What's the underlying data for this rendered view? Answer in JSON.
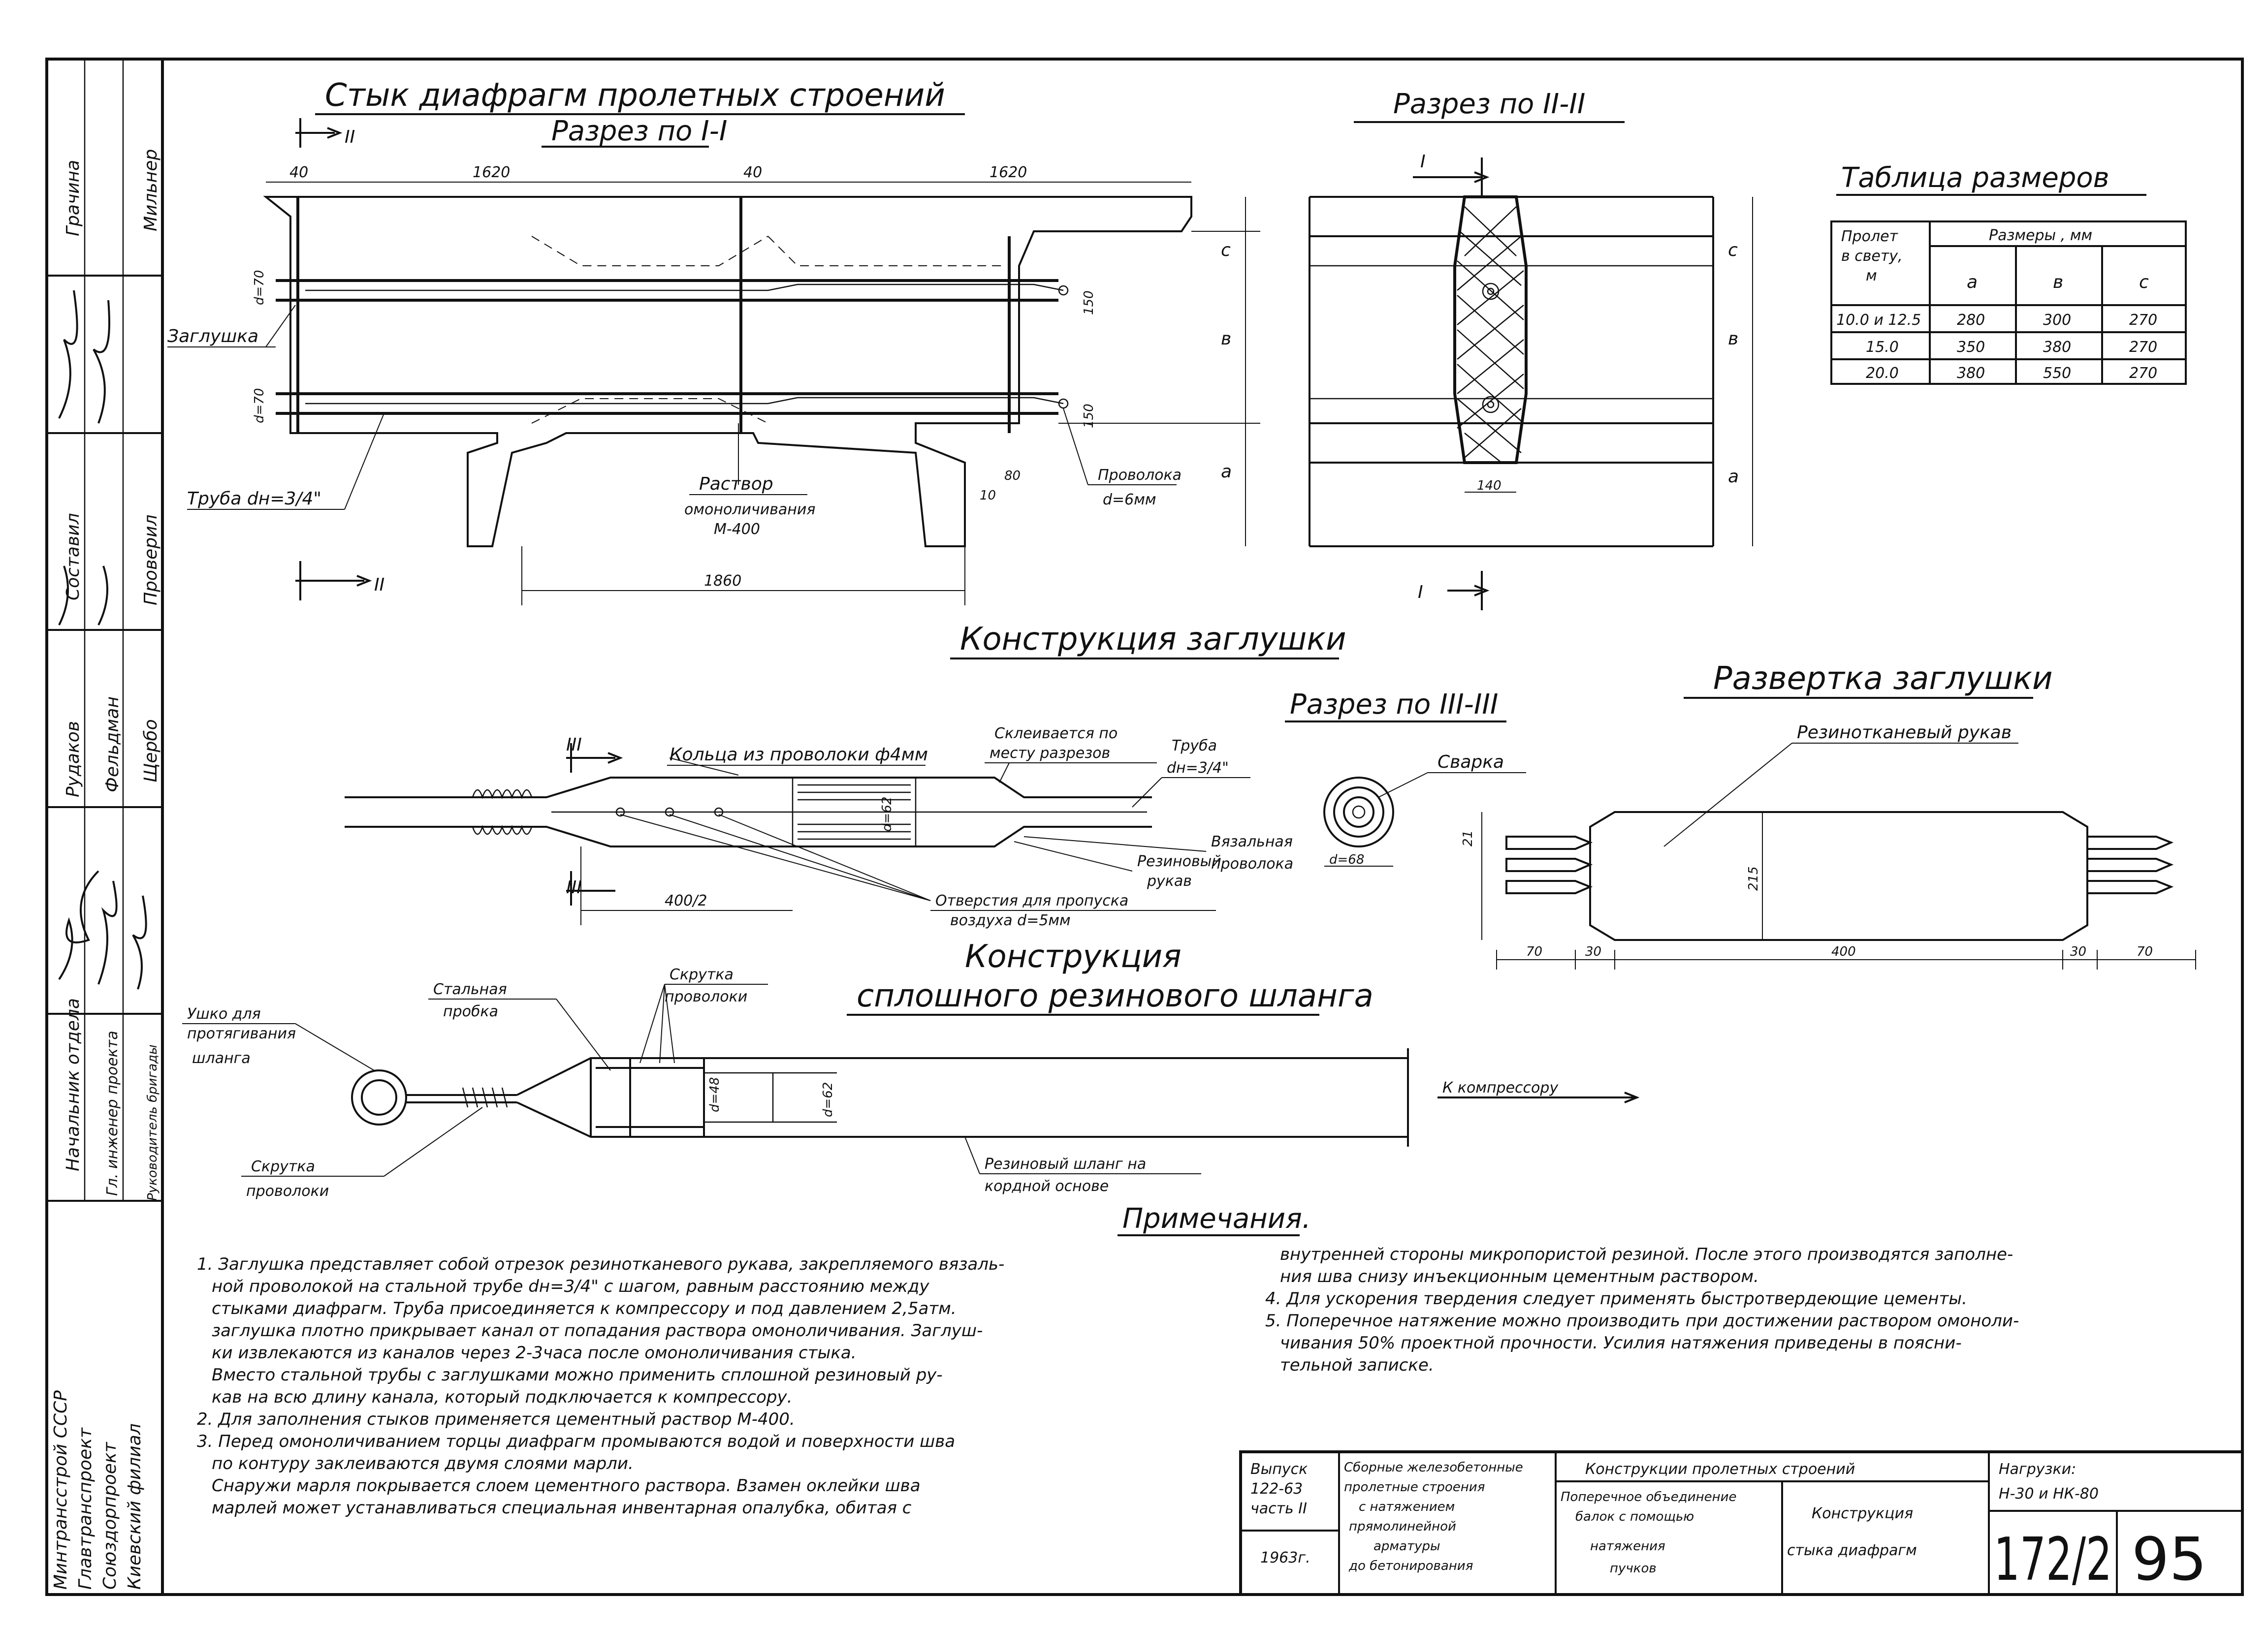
{
  "title_main": "Стык диафрагм пролетных строений",
  "section_1": "Разрез по I-I",
  "section_2": "Разрез по II-II",
  "section_3": "Разрез по III-III",
  "plug_title": "Конструкция заглушки",
  "unfold_title": "Развертка заглушки",
  "hose_title_1": "Конструкция",
  "hose_title_2": "сплошного резинового шланга",
  "marks": {
    "II": "II",
    "I": "I",
    "III": "III"
  },
  "dims_section1": {
    "d40a": "40",
    "d1620a": "1620",
    "d40b": "40",
    "d1620b": "1620",
    "d1860": "1860",
    "d70a": "d=70",
    "d70b": "d=70",
    "d150a": "150",
    "d150b": "150",
    "d80": "80",
    "d10": "10"
  },
  "dims_section2": {
    "d140": "140"
  },
  "dims_plug": {
    "d400_2": "400/2",
    "d62": "d=62",
    "d68": "d=68"
  },
  "dims_unfold": {
    "d70a": "70",
    "d30a": "30",
    "d400": "400",
    "d30b": "30",
    "d70b": "70",
    "d215": "215",
    "d21": "21"
  },
  "dims_hose": {
    "d48": "d=48",
    "d62": "d=62"
  },
  "size_letters": {
    "a": "а",
    "b": "в",
    "c": "с"
  },
  "labels": {
    "zaglushka": "Заглушка",
    "truba": "Труба dн=3/4\"",
    "rastvor_1": "Раствор",
    "rastvor_2": "омоноличивания",
    "rastvor_3": "М-400",
    "provoloka_1": "Проволока",
    "provoloka_2": "d=6мм",
    "kolca": "Кольца из проволоки ф4мм",
    "skleivaetsya_1": "Склеивается по",
    "skleivaetsya_2": "месту разрезов",
    "truba2_1": "Труба",
    "truba2_2": "dн=3/4\"",
    "vyazalnaya_1": "Вязальная",
    "vyazalnaya_2": "проволока",
    "rezinovyi_1": "Резиновый",
    "rezinovyi_2": "рукав",
    "otverstiya_1": "Отверстия для пропуска",
    "otverstiya_2": "воздуха d=5мм",
    "svarka": "Сварка",
    "rukav": "Резинотканевый рукав",
    "ushko_1": "Ушко для",
    "ushko_2": "протягивания",
    "ushko_3": "шланга",
    "stalnaya_1": "Стальная",
    "stalnaya_2": "пробка",
    "skrutka_1": "Скрутка",
    "skrutka_2": "проволоки",
    "skrutka2_1": "Скрутка",
    "skrutka2_2": "проволоки",
    "k_kompressoru": "К компрессору",
    "shlang_1": "Резиновый шланг на",
    "shlang_2": "кордной основе"
  },
  "size_table": {
    "title": "Таблица размеров",
    "col_span_1": "Пролет",
    "col_span_2": "в свету,",
    "col_span_3": "м",
    "col_group": "Размеры , мм",
    "col_a": "а",
    "col_b": "в",
    "col_c": "с",
    "rows": [
      {
        "span": "10.0 и 12.5",
        "a": "280",
        "b": "300",
        "c": "270"
      },
      {
        "span": "15.0",
        "a": "350",
        "b": "380",
        "c": "270"
      },
      {
        "span": "20.0",
        "a": "380",
        "b": "550",
        "c": "270"
      }
    ]
  },
  "notes": {
    "heading": "Примечания.",
    "left": [
      "1. Заглушка представляет собой отрезок резинотканевого рукава, закрепляемого вязаль-",
      "ной проволокой на стальной трубе dн=3/4\" с шагом, равным расстоянию между",
      "стыками диафрагм. Труба присоединяется к компрессору и под давлением 2,5атм.",
      "заглушка плотно прикрывает канал от попадания раствора омоноличивания. Заглуш-",
      "ки извлекаются из каналов через 2-3часа после омоноличивания стыка.",
      "Вместо стальной трубы с заглушками можно применить сплошной резиновый ру-",
      "кав на всю длину канала, который подключается к компрессору.",
      "2. Для заполнения стыков применяется цементный раствор М-400.",
      "3. Перед омоноличиванием торцы диафрагм промываются водой и поверхности шва",
      "по контуру заклеиваются двумя слоями марли.",
      "Снаружи марля покрывается слоем цементного раствора. Взамен оклейки шва",
      "марлей может устанавливаться специальная инвентарная опалубка, обитая с"
    ],
    "right": [
      "внутренней стороны микропористой резиной. После этого производятся заполне-",
      "ния шва снизу инъекционным цементным раствором.",
      "4. Для ускорения твердения следует применять быстротвердеющие цементы.",
      "5. Поперечное натяжение можно производить при достижении раствором омоноли-",
      "чивания 50% проектной прочности. Усилия натяжения приведены в поясни-",
      "тельной записке."
    ]
  },
  "stamp": {
    "vypusk": [
      "Выпуск",
      "122-63",
      "часть II"
    ],
    "year": "1963г.",
    "desc": [
      "Сборные железобетонные",
      "пролетные строения",
      "с натяжением",
      "прямолинейной",
      "арматуры",
      "до бетонирования"
    ],
    "section_title": "Конструкции пролетных строений",
    "subtitle": [
      "Поперечное объединение",
      "балок с помощью",
      "натяжения",
      "пучков"
    ],
    "drawing": [
      "Конструкция",
      "стыка диафрагм"
    ],
    "loads": [
      "Нагрузки:",
      "Н-30 и НК-80"
    ],
    "number": "172/2",
    "sheet": "95"
  },
  "side_block": {
    "org": [
      "Минтрансстрой СССР",
      "Главтранспроект",
      "Союздорпроект",
      "Киевский филиал"
    ],
    "roles": [
      "Начальник отдела",
      "Гл. инженер проекта",
      "Руководитель бригады"
    ],
    "role2": [
      "Составил",
      "Проверил"
    ],
    "names": [
      "Рудаков",
      "Фельдман",
      "Щербо",
      "Грачина",
      "Мильнер"
    ]
  }
}
